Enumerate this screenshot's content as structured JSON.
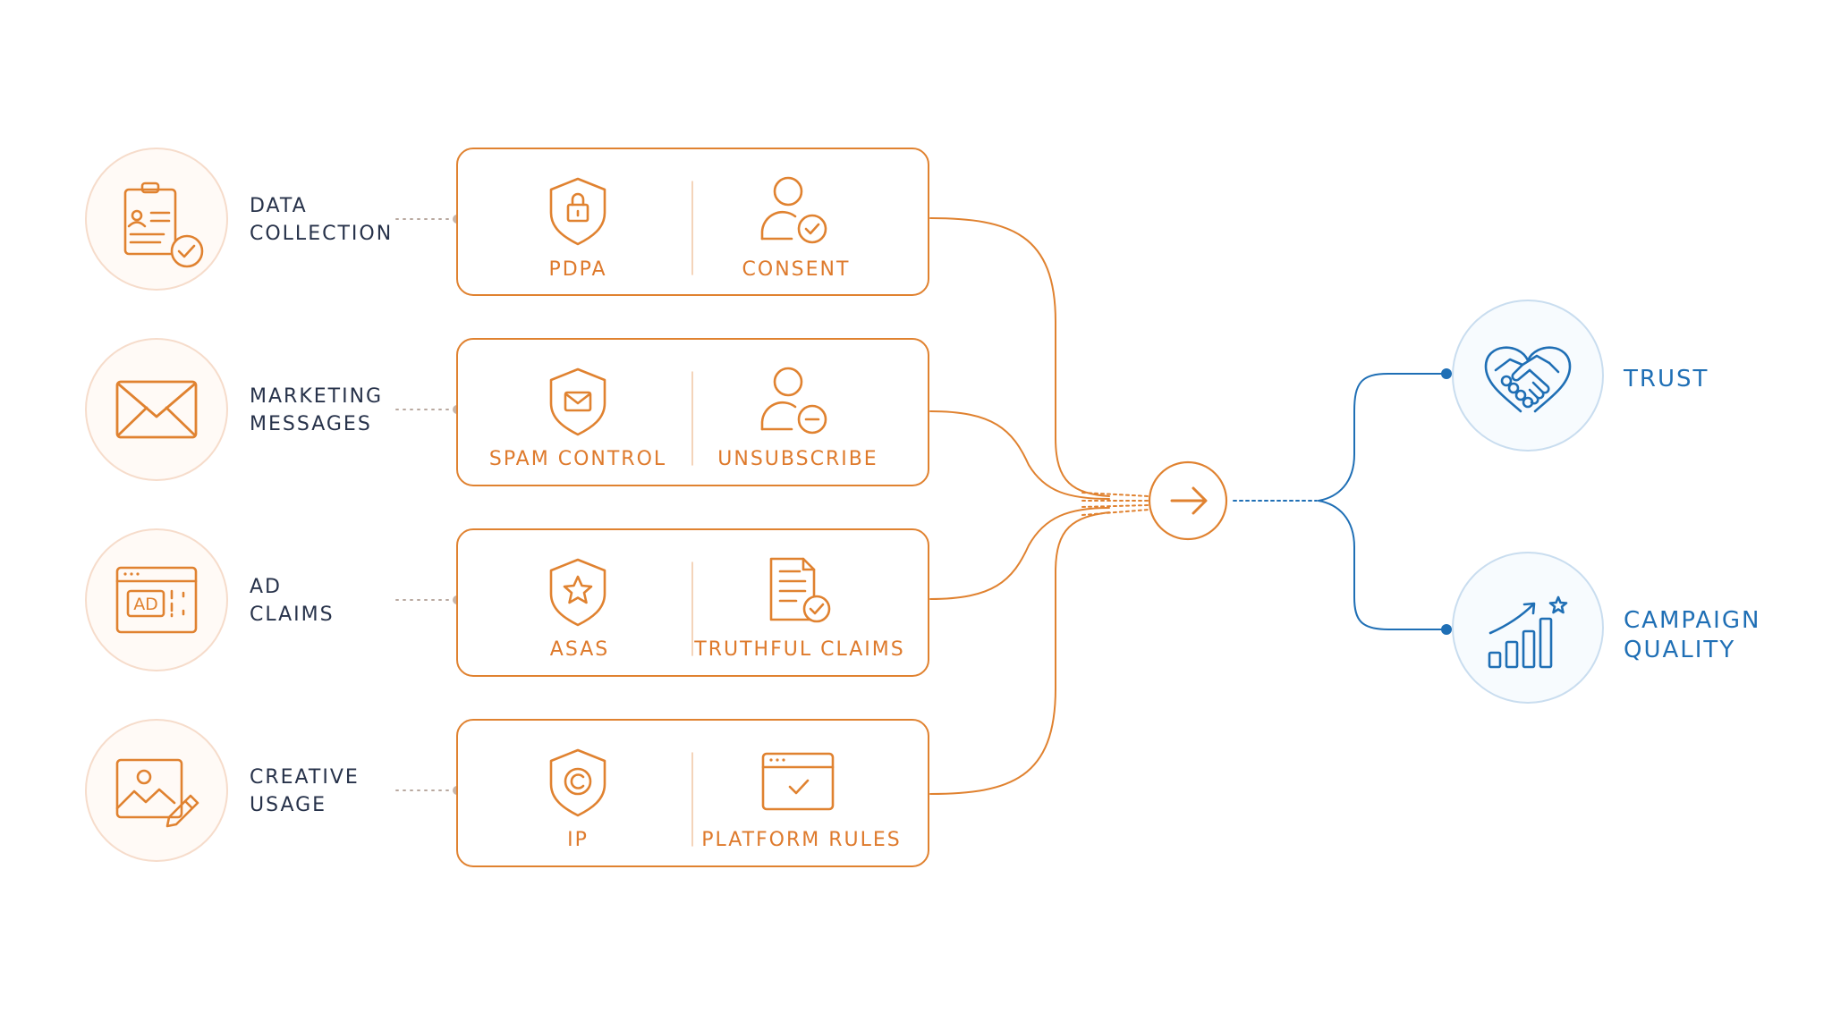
{
  "colors": {
    "orange": "#e08230",
    "orange_text": "#de7a2c",
    "orange_ring": "#f6dccb",
    "orange_fill": "#fffaf6",
    "dots_grey": "#b9a9a0",
    "label_dark": "#27324a",
    "blue": "#1f6fb5",
    "blue_ring": "#c9ddef",
    "blue_fill": "#f7fbfe"
  },
  "categories": [
    {
      "line1": "DATA",
      "line2": "COLLECTION",
      "icon": "clipboard-profile-check-icon"
    },
    {
      "line1": "MARKETING",
      "line2": "MESSAGES",
      "icon": "envelope-icon"
    },
    {
      "line1": "AD",
      "line2": "CLAIMS",
      "icon": "ad-browser-window-icon"
    },
    {
      "line1": "CREATIVE",
      "line2": "USAGE",
      "icon": "image-pencil-icon"
    }
  ],
  "rule_boxes": [
    {
      "left": {
        "label": "PDPA",
        "icon": "shield-lock-icon"
      },
      "right": {
        "label": "CONSENT",
        "icon": "user-check-icon"
      }
    },
    {
      "left": {
        "label": "SPAM CONTROL",
        "icon": "shield-envelope-icon"
      },
      "right": {
        "label": "UNSUBSCRIBE",
        "icon": "user-minus-icon"
      }
    },
    {
      "left": {
        "label": "ASAS",
        "icon": "shield-star-icon"
      },
      "right": {
        "label": "TRUTHFUL CLAIMS",
        "icon": "document-check-icon"
      }
    },
    {
      "left": {
        "label": "IP",
        "icon": "shield-copyright-icon"
      },
      "right": {
        "label": "PLATFORM RULES",
        "icon": "browser-check-icon"
      }
    }
  ],
  "hub": {
    "icon": "arrow-right-icon"
  },
  "outcomes": [
    {
      "line1": "TRUST",
      "line2": "",
      "icon": "heart-handshake-icon"
    },
    {
      "line1": "CAMPAIGN",
      "line2": "QUALITY",
      "icon": "growth-chart-star-icon"
    }
  ]
}
